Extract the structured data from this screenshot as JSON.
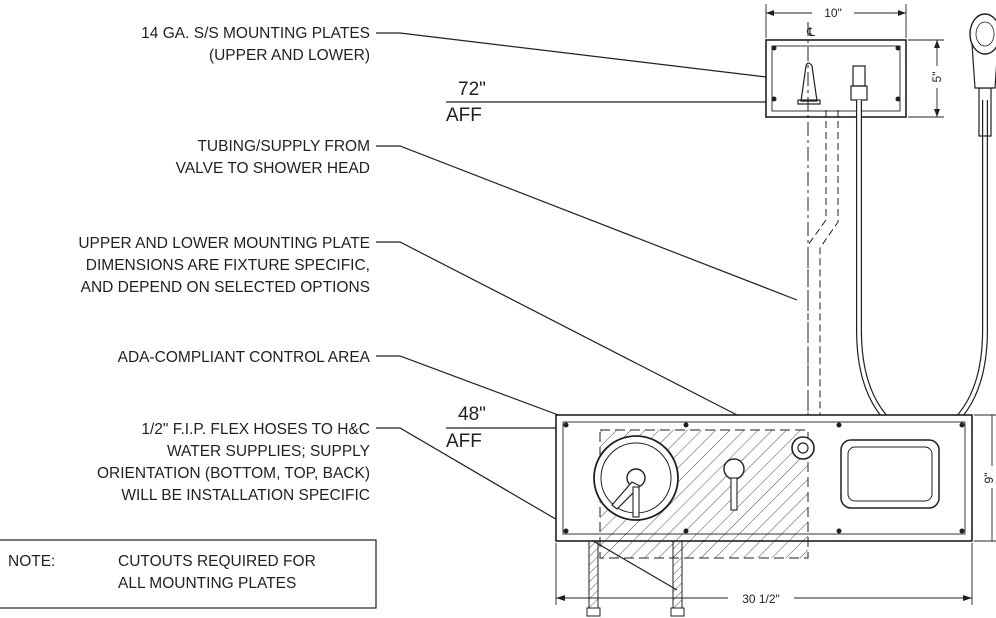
{
  "callouts": {
    "plates_line1": "14 GA. S/S MOUNTING PLATES",
    "plates_line2": "(UPPER AND LOWER)",
    "tubing_line1": "TUBING/SUPPLY FROM",
    "tubing_line2": "VALVE TO SHOWER HEAD",
    "dims_line1": "UPPER AND LOWER MOUNTING PLATE",
    "dims_line2": "DIMENSIONS ARE FIXTURE SPECIFIC,",
    "dims_line3": "AND DEPEND ON SELECTED OPTIONS",
    "ada_line1": "ADA-COMPLIANT CONTROL AREA",
    "hoses_line1": "1/2\" F.I.P. FLEX HOSES TO H&C",
    "hoses_line2": "WATER SUPPLIES; SUPPLY",
    "hoses_line3": "ORIENTATION (BOTTOM, TOP, BACK)",
    "hoses_line4": "WILL BE INSTALLATION SPECIFIC"
  },
  "heights": {
    "upper_value": "72\"",
    "upper_unit": "AFF",
    "lower_value": "48\"",
    "lower_unit": "AFF"
  },
  "dimensions": {
    "upper_width": "10\"",
    "upper_height": "5\"",
    "lower_width": "30 1/2\"",
    "lower_height": "9\"",
    "centerline_symbol": "℄"
  },
  "note": {
    "label": "NOTE:",
    "line1": "CUTOUTS REQUIRED FOR",
    "line2": "ALL MOUNTING PLATES"
  }
}
